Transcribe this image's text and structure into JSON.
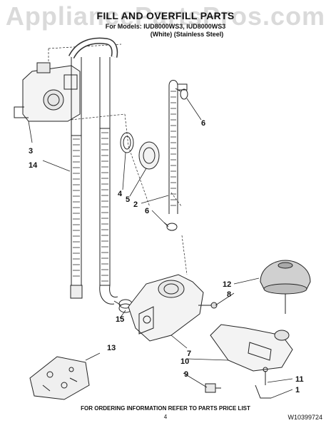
{
  "header": {
    "watermark": "AppliancePartsPros.com",
    "title": "FILL AND OVERFILL PARTS",
    "models": "For Models: IUD8000WS3, IUD8000WS3",
    "variants": "(White)    (Stainless Steel)"
  },
  "callouts": [
    "1",
    "2",
    "3",
    "4",
    "5",
    "6",
    "6",
    "7",
    "8",
    "9",
    "10",
    "11",
    "12",
    "13",
    "14",
    "15"
  ],
  "footer": {
    "ordering": "FOR ORDERING INFORMATION REFER TO PARTS PRICE LIST",
    "page": "4",
    "doc_number": "W10399724"
  }
}
